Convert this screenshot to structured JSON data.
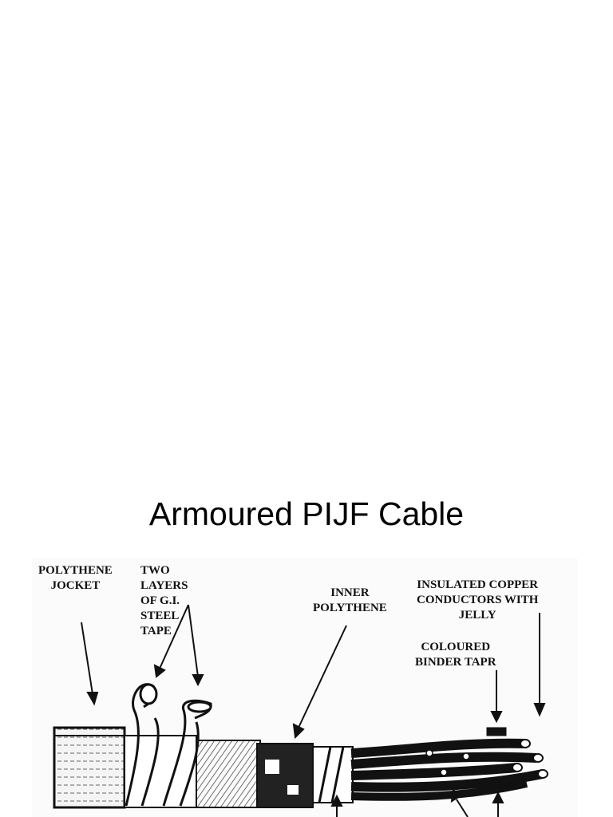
{
  "title": "Armoured PIJF Cable",
  "labels": {
    "polythene_jacket": "POLYTHENE\nJOCKET",
    "steel_tape": "TWO\nLAYERS\nOF G.I.\nSTEEL\nTAPE",
    "inner_polythene": "INNER\nPOLYTHENE",
    "insulated_conductors": "INSULATED COPPER\nCONDUCTORS WITH\nJELLY",
    "binder_tape": "COLOURED\nBINDER TAPR"
  }
}
